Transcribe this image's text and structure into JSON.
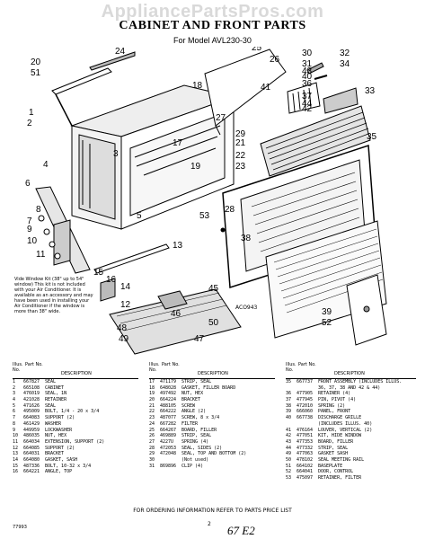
{
  "watermark": "AppliancePartsPros.com",
  "title": "CABINET AND FRONT PARTS",
  "subtitle": "For Model AVL230-30",
  "callouts": [
    "20",
    "51",
    "24",
    "1",
    "2",
    "3",
    "4",
    "5",
    "6",
    "7",
    "8",
    "9",
    "10",
    "11",
    "12",
    "13",
    "14",
    "15",
    "16",
    "17",
    "18",
    "19",
    "21",
    "22",
    "23",
    "25",
    "26",
    "27",
    "28",
    "29",
    "30",
    "31",
    "32",
    "33",
    "34",
    "35",
    "36",
    "37",
    "38",
    "39",
    "40",
    "41",
    "42",
    "43",
    "44",
    "45",
    "46",
    "47",
    "48",
    "49",
    "50",
    "52",
    "53"
  ],
  "kit_note": "Vide Window Kit (38\" up to 54\" window) This kit is not included with your Air Conditioner. It is available as an accessory and may have been used in installing your Air Conditioner if the window is more than 38\" wide.",
  "figure_code": "ACO943",
  "tables": [
    {
      "headers": {
        "no": "Illus. No.",
        "part": "Part No.",
        "desc": "DESCRIPTION"
      },
      "rows": [
        [
          "1",
          "667827",
          "SEAL"
        ],
        [
          "2",
          "665108",
          "CABINET"
        ],
        [
          "3",
          "476019",
          "SEAL, 1N"
        ],
        [
          "4",
          "421028",
          "RETAINER"
        ],
        [
          "5",
          "471626",
          "SEAL"
        ],
        [
          "6",
          "495009",
          "BOLT, 1/4 - 20 x 3/4"
        ],
        [
          "7",
          "664083",
          "SUPPORT (2)"
        ],
        [
          "8",
          "461429",
          "WASHER"
        ],
        [
          "9",
          "449959",
          "LOCKWASHER"
        ],
        [
          "10",
          "486035",
          "NUT, HEX"
        ],
        [
          "11",
          "664034",
          "EXTENSION, SUPPORT (2)"
        ],
        [
          "12",
          "664085",
          "SUPPORT (2)"
        ],
        [
          "13",
          "664031",
          "BRACKET"
        ],
        [
          "14",
          "664080",
          "GASKET, SASH"
        ],
        [
          "15",
          "487336",
          "BOLT, 10-32 x 3/4"
        ],
        [
          "16",
          "664221",
          "ANGLE, TOP"
        ]
      ]
    },
    {
      "headers": {
        "no": "Illus. No.",
        "part": "Part No.",
        "desc": "DESCRIPTION"
      },
      "rows": [
        [
          "17",
          "471179",
          "STRIP, SEAL"
        ],
        [
          "18",
          "648028",
          "GASKET, FILLER BOARD"
        ],
        [
          "19",
          "497492",
          "NUT, HEX"
        ],
        [
          "20",
          "664224",
          "BRACKET"
        ],
        [
          "21",
          "488105",
          "SCREW"
        ],
        [
          "22",
          "664222",
          "ANGLE (2)"
        ],
        [
          "23",
          "487077",
          "SCREW, 8 x 3/4"
        ],
        [
          "24",
          "667282",
          "FILTER"
        ],
        [
          "25",
          "664267",
          "BOARD, FILLER"
        ],
        [
          "26",
          "469889",
          "STRIP, SEAL"
        ],
        [
          "27",
          "4227U",
          "SPRING (4)"
        ],
        [
          "28",
          "472053",
          "SEAL, SIDES (2)"
        ],
        [
          "29",
          "472048",
          "SEAL, TOP AND BOTTOM (2)"
        ],
        [
          "30",
          "",
          "(Not used)"
        ],
        [
          "31",
          "869896",
          "CLIP (4)"
        ]
      ]
    },
    {
      "headers": {
        "no": "Illus. No.",
        "part": "Part No.",
        "desc": "DESCRIPTION"
      },
      "rows": [
        [
          "35",
          "667737",
          "FRONT ASSEMBLY (INCLUDES ILLUS."
        ],
        [
          "",
          "",
          "36, 37, 38 AND 42 & 44)"
        ],
        [
          "36",
          "477905",
          "RETAINER (4)"
        ],
        [
          "37",
          "477945",
          "PIN, PIVOT (4)"
        ],
        [
          "38",
          "472010",
          "SPRING (2)"
        ],
        [
          "39",
          "666060",
          "PANEL, FRONT"
        ],
        [
          "40",
          "667738",
          "DISCHARGE GRILLE"
        ],
        [
          "",
          "",
          "(INCLUDES ILLUS. 40)"
        ],
        [
          "41",
          "476164",
          "LOUVER, VERTICAL (2)"
        ],
        [
          "42",
          "477051",
          "KIT, HIDE WINDOW"
        ],
        [
          "43",
          "477353",
          "BOARD, FILLER"
        ],
        [
          "44",
          "477332",
          "STRIP, SEAL"
        ],
        [
          "49",
          "477063",
          "GASKET SASH"
        ],
        [
          "50",
          "478102",
          "SEAL MEETING RAIL"
        ],
        [
          "51",
          "664102",
          "BASEPLATE"
        ],
        [
          "52",
          "664041",
          "DOOR, CONTROL"
        ],
        [
          "53",
          "475097",
          "RETAINER, FILTER"
        ]
      ]
    }
  ],
  "footer_note": "FOR ORDERING INFORMATION REFER TO PARTS PRICE LIST",
  "catalog_code": "77993",
  "page_number": "2",
  "handwritten": "67 E2"
}
